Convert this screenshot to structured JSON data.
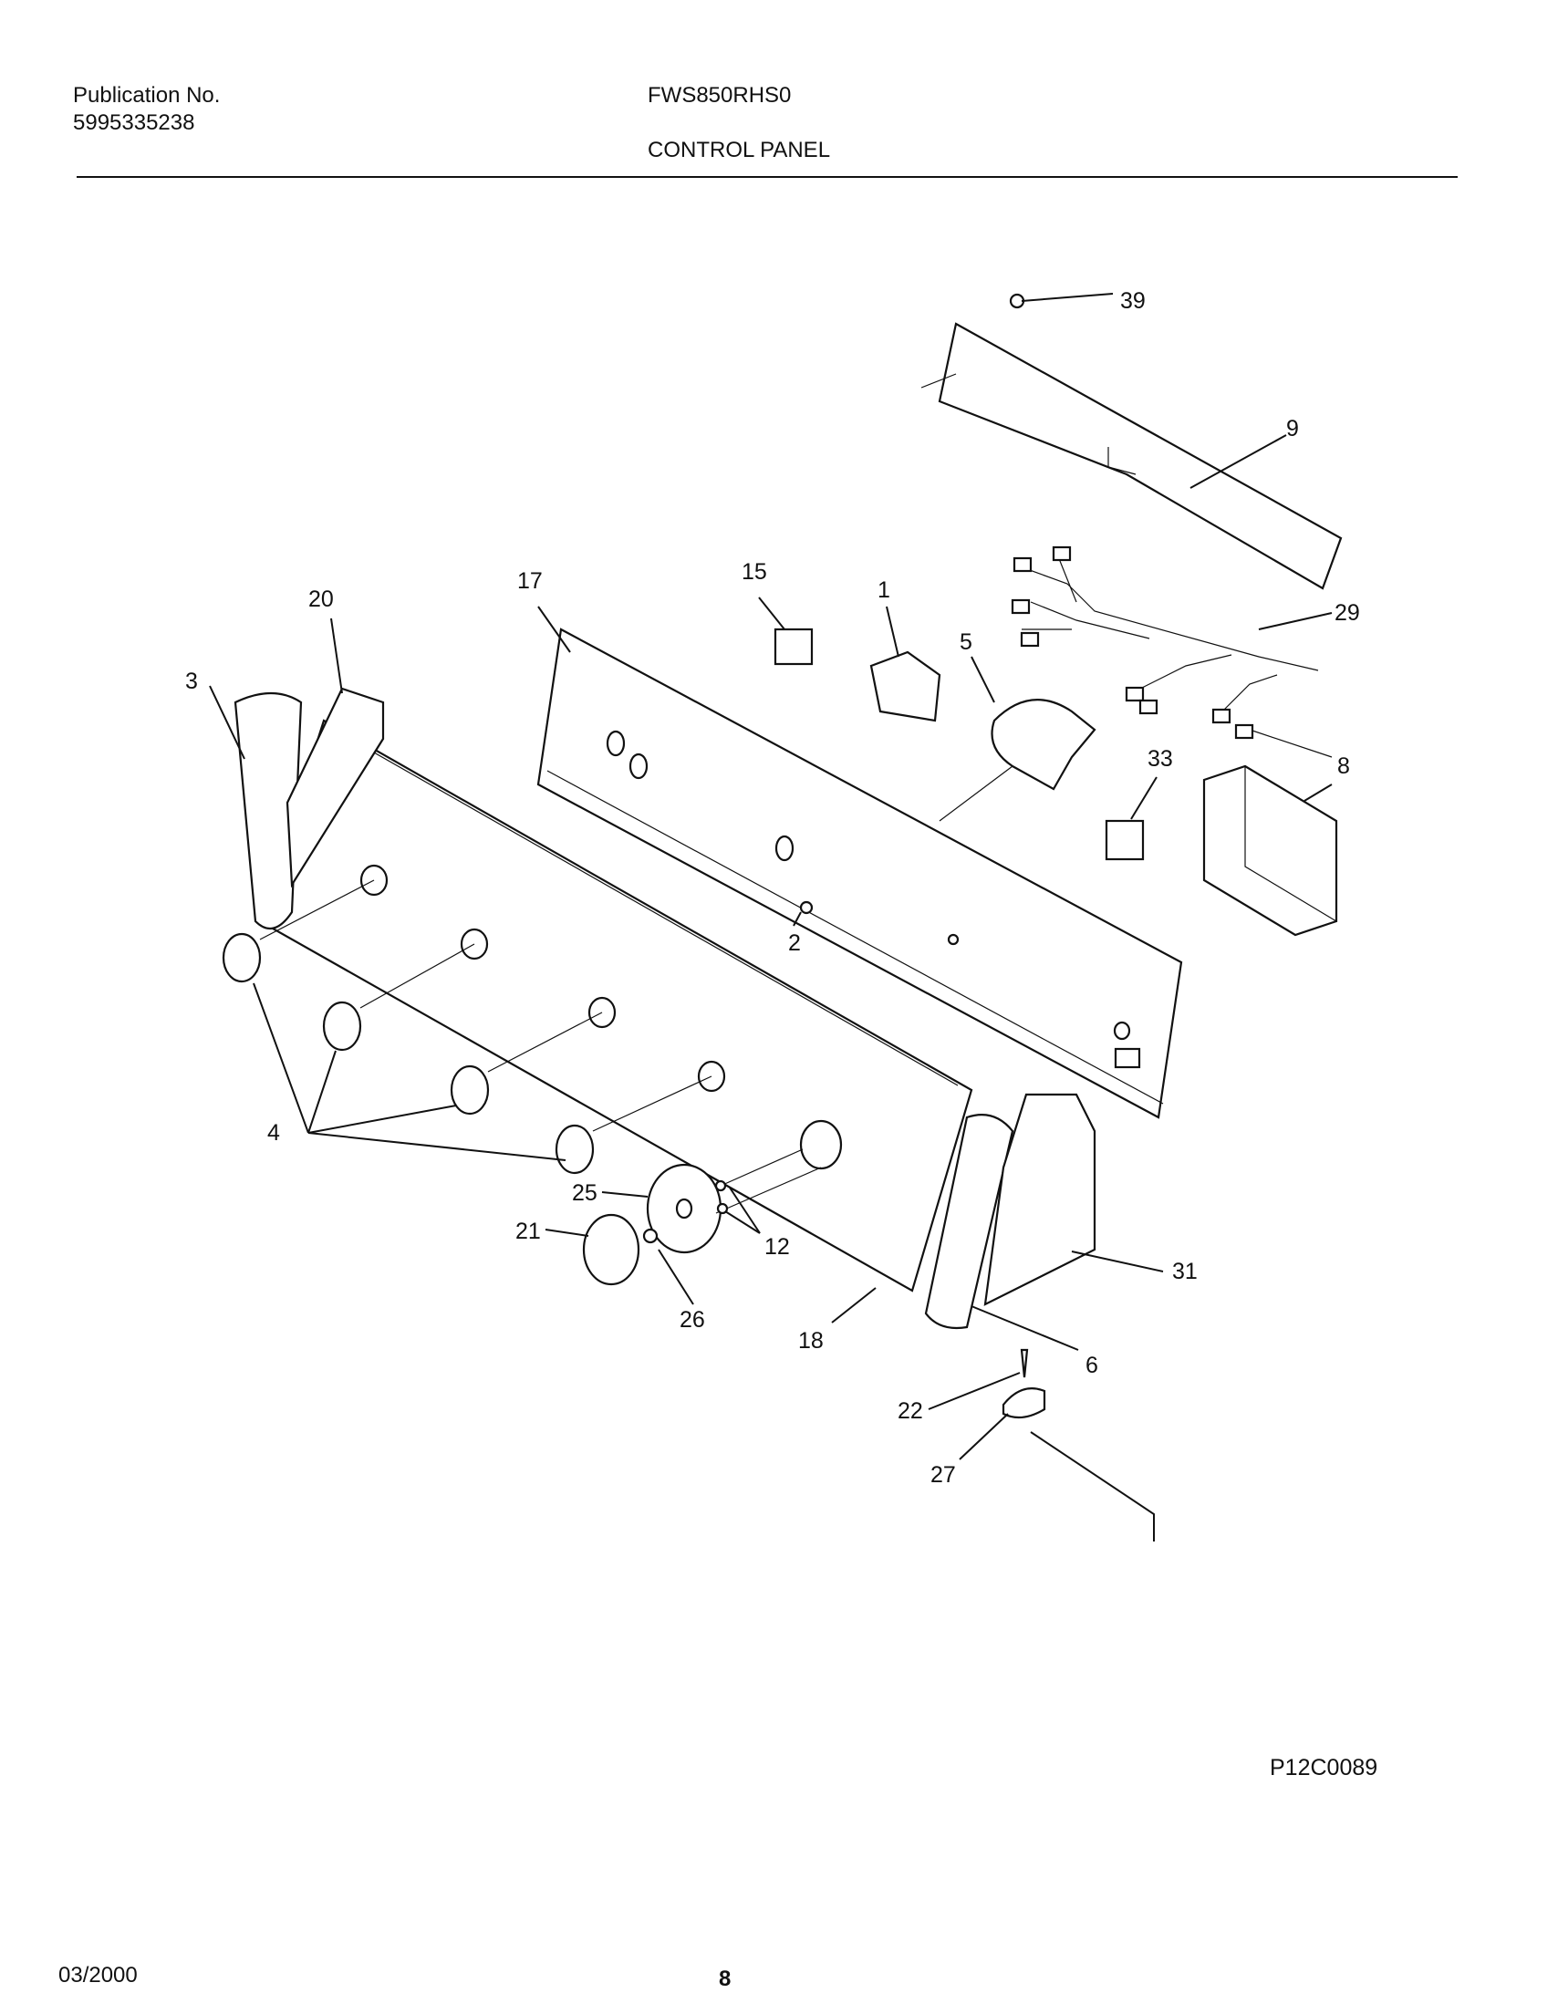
{
  "header": {
    "publication_label": "Publication No.",
    "publication_number": "5995335238",
    "model": "FWS850RHS0",
    "section_title": "CONTROL PANEL"
  },
  "diagram": {
    "callouts": {
      "c39": "39",
      "c9": "9",
      "c29": "29",
      "c17": "17",
      "c15": "15",
      "c1": "1",
      "c5": "5",
      "c20": "20",
      "c3": "3",
      "c33": "33",
      "c8": "8",
      "c2": "2",
      "c4": "4",
      "c25": "25",
      "c21": "21",
      "c12": "12",
      "c26": "26",
      "c18": "18",
      "c31": "31",
      "c6": "6",
      "c22": "22",
      "c27": "27"
    },
    "drawing_code": "P12C0089"
  },
  "footer": {
    "date": "03/2000",
    "page": "8"
  }
}
